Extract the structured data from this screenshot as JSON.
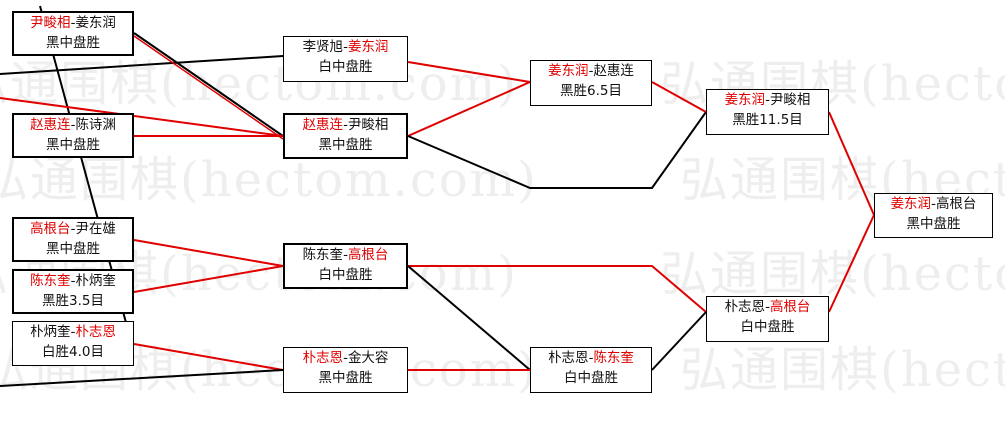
{
  "watermark": "弘通围棋(hectom.com)",
  "colors": {
    "winner_path": "#e00000",
    "loser_path": "#000000",
    "winner_name": "#e00000"
  },
  "matches": {
    "r1_1": {
      "a": "尹畯相",
      "sep": "-",
      "b": "姜东润",
      "result": "黑中盘胜",
      "winner": "a"
    },
    "r1_2": {
      "a": "赵惠连",
      "sep": "-",
      "b": "陈诗渊",
      "result": "黑中盘胜",
      "winner": "a"
    },
    "r1_3": {
      "a": "高根台",
      "sep": "-",
      "b": "尹在雄",
      "result": "黑中盘胜",
      "winner": "a"
    },
    "r1_4": {
      "a": "陈东奎",
      "sep": "-",
      "b": "朴炳奎",
      "result": "黑胜3.5目",
      "winner": "a"
    },
    "r1_5": {
      "a": "朴炳奎",
      "sep": "-",
      "b": "朴志恩",
      "result": "白胜4.0目",
      "winner": "b"
    },
    "r2_1": {
      "a": "李贤旭",
      "sep": "-",
      "b": "姜东润",
      "result": "白中盘胜",
      "winner": "b"
    },
    "r2_2": {
      "a": "赵惠连",
      "sep": "-",
      "b": "尹畯相",
      "result": "黑中盘胜",
      "winner": "a"
    },
    "r2_3": {
      "a": "陈东奎",
      "sep": "-",
      "b": "高根台",
      "result": "白中盘胜",
      "winner": "b"
    },
    "r2_4": {
      "a": "朴志恩",
      "sep": "-",
      "b": "金大容",
      "result": "黑中盘胜",
      "winner": "a"
    },
    "r3_1": {
      "a": "姜东润",
      "sep": "-",
      "b": "赵惠连",
      "result": "黑胜6.5目",
      "winner": "a"
    },
    "r3_2": {
      "a": "朴志恩",
      "sep": "-",
      "b": "陈东奎",
      "result": "白中盘胜",
      "winner": "b"
    },
    "r4_1": {
      "a": "姜东润",
      "sep": "-",
      "b": "尹畯相",
      "result": "黑胜11.5目",
      "winner": "a"
    },
    "r4_2": {
      "a": "朴志恩",
      "sep": "-",
      "b": "高根台",
      "result": "白中盘胜",
      "winner": "b"
    },
    "final": {
      "a": "姜东润",
      "sep": "-",
      "b": "高根台",
      "result": "黑中盘胜",
      "winner": "a"
    }
  }
}
